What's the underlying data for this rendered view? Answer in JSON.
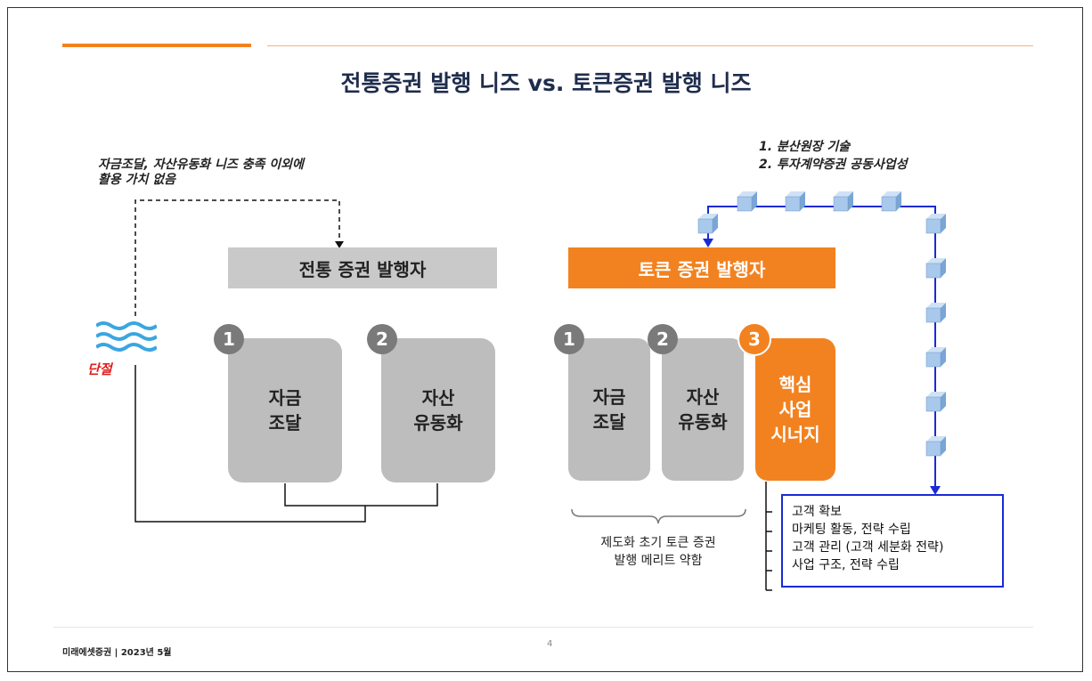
{
  "slide": {
    "title": "전통증권 발행 니즈 vs. 토큰증권 발행 니즈",
    "page_number": "4",
    "footer": "미래에셋증권 | 2023년 5월"
  },
  "left": {
    "note_lines": [
      "자금조달, 자산유동화 니즈 충족 이외에",
      "활용 가치 없음"
    ],
    "disconnect_label": "단절",
    "issuer_label": "전통 증권 발행자",
    "boxes": [
      {
        "number": "1",
        "lines": [
          "자금",
          "조달"
        ]
      },
      {
        "number": "2",
        "lines": [
          "자산",
          "유동화"
        ]
      }
    ]
  },
  "right": {
    "tech_notes": [
      "1. 분산원장 기술",
      "2. 투자계약증권 공동사업성"
    ],
    "issuer_label": "토큰 증권 발행자",
    "boxes": [
      {
        "number": "1",
        "lines": [
          "자금",
          "조달"
        ]
      },
      {
        "number": "2",
        "lines": [
          "자산",
          "유동화"
        ]
      },
      {
        "number": "3",
        "lines": [
          "핵심",
          "사업",
          "시너지"
        ]
      }
    ],
    "merit_lines": [
      "제도화 초기 토큰 증권",
      "발행 메리트 약함"
    ],
    "synergy_items": [
      "고객 확보",
      "마케팅 활동, 전략 수립",
      "고객 관리 (고객 세분화 전략)",
      "사업 구조, 전략 수립"
    ]
  },
  "colors": {
    "accent_orange": "#f28220",
    "title_navy": "#1f2d4d",
    "chain_blue": "#1a2ad6",
    "disconnect_red": "#e01e1e",
    "wave_blue": "#3aa6e0"
  }
}
